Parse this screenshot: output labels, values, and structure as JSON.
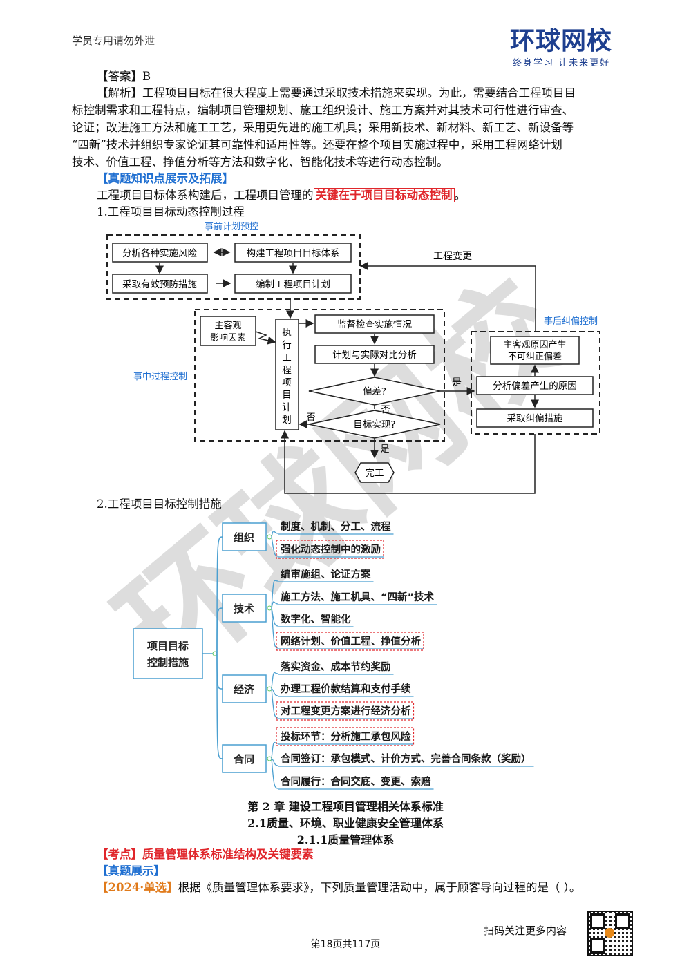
{
  "header": {
    "text": "学员专用请勿外泄",
    "logo_main": "环球网校",
    "logo_sub": "终身学习 让未来更好"
  },
  "answer": "【答案】B",
  "analysis": {
    "label": "【解析】",
    "l1": "工程项目目标在很大程度上需要通过采取技术措施来实现。为此，需要结合工程项目目",
    "l2": "标控制需求和工程特点，编制项目管理规划、施工组织设计、施工方案并对其技术可行性进行审查、",
    "l3": "论证；改进施工方法和施工工艺，采用更先进的施工机具；采用新技术、新材料、新工艺、新设备等",
    "l4": "“四新”技术并组织专家论证其可靠性和适用性等。还要在整个项目实施过程中，采用工程网络计划",
    "l5": "技术、价值工程、挣值分析等方法和数字化、智能化技术等进行动态控制。"
  },
  "knowledge_head": "【真题知识点展示及拓展】",
  "key_sentence": {
    "pre": "工程项目目标体系构建后，工程项目管理的",
    "highlight": "关键在于项目目标动态控制",
    "post": "。"
  },
  "sec1_title": "1.工程项目目标动态控制过程",
  "flow": {
    "pre_control": "事前计划预控",
    "n1": "分析各种实施风险",
    "n2": "构建工程项目目标体系",
    "n3": "采取有效预防措施",
    "n4": "编制工程项目计划",
    "change": "工程变更",
    "post_control": "事后纠偏控制",
    "mid_control": "事中过程控制",
    "factor_a": "主客观",
    "factor_b": "影响因素",
    "exec": [
      "执",
      "行",
      "工",
      "程",
      "项",
      "目",
      "计",
      "划"
    ],
    "supervise": "监督检查实施情况",
    "compare": "计划与实际对比分析",
    "deviation": "偏差?",
    "yes": "是",
    "no": "否",
    "goal": "目标实现?",
    "no2": "否",
    "yes2": "是",
    "done": "完工",
    "c1a": "主客观原因产生",
    "c1b": "不可纠正偏差",
    "c2": "分析偏差产生的原因",
    "c3": "采取纠偏措施"
  },
  "sec2_title": "2.工程项目目标控制措施",
  "mindmap": {
    "root_a": "项目目标",
    "root_b": "控制措施",
    "branches": [
      {
        "name": "组织",
        "items": [
          {
            "t": "制度、机制、分工、流程",
            "hl": false
          },
          {
            "t": "强化动态控制中的激励",
            "hl": true
          }
        ]
      },
      {
        "name": "技术",
        "items": [
          {
            "t": "编审施组、论证方案",
            "hl": false
          },
          {
            "t": "施工方法、施工机具、“四新”技术",
            "hl": false
          },
          {
            "t": "数字化、智能化",
            "hl": false
          },
          {
            "t": "网络计划、价值工程、挣值分析",
            "hl": true
          }
        ]
      },
      {
        "name": "经济",
        "items": [
          {
            "t": "落实资金、成本节约奖励",
            "hl": false
          },
          {
            "t": "办理工程价款结算和支付手续",
            "hl": false
          },
          {
            "t": "对工程变更方案进行经济分析",
            "hl": true
          }
        ]
      },
      {
        "name": "合同",
        "items": [
          {
            "t": "投标环节：分析施工承包风险",
            "hl": true
          },
          {
            "t": "合同签订：承包模式、计价方式、完善合同条款（奖励）",
            "hl": false
          },
          {
            "t": "合同履行：合同交底、变更、索赔",
            "hl": false
          }
        ]
      }
    ]
  },
  "chapter": "第 2 章  建设工程项目管理相关体系标准",
  "section": "2.1质量、环境、职业健康安全管理体系",
  "subsection": "2.1.1质量管理体系",
  "kaodian": {
    "label": "【考点】",
    "text": "质量管理体系标准结构及关键要素"
  },
  "zhenti": "【真题展示】",
  "question": {
    "tag": "【2024·单选】",
    "text": "根据《质量管理体系要求》，下列质量管理活动中，属于顾客导向过程的是（    ）。"
  },
  "footer": {
    "scan": "扫码关注更多内容",
    "page": "第18页共117页"
  },
  "watermark": "环球网校",
  "colors": {
    "blue": "#1f6fd1",
    "red": "#e0262b",
    "navy": "#1d3f8f",
    "mind": "#4a9fd0"
  }
}
